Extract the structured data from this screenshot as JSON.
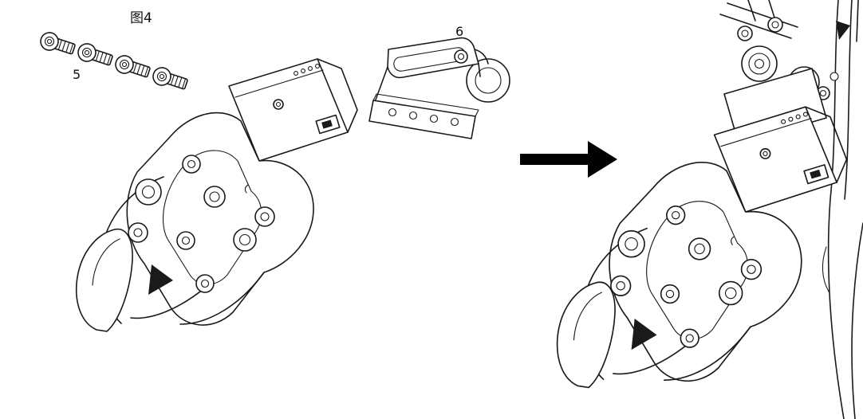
{
  "figure_title": "图4",
  "labels": {
    "screws": "5",
    "bracket": "6"
  },
  "parts": {
    "screws_icon": "socket-head-screw",
    "bracket_icon": "clamp-bracket",
    "gripper_icon": "robot-gripper",
    "arrow_icon": "assembly-direction-arrow"
  },
  "colors": {
    "line": "#1a1a1a",
    "fill": "#ffffff",
    "arrow": "#000000",
    "background": "#ffffff"
  }
}
